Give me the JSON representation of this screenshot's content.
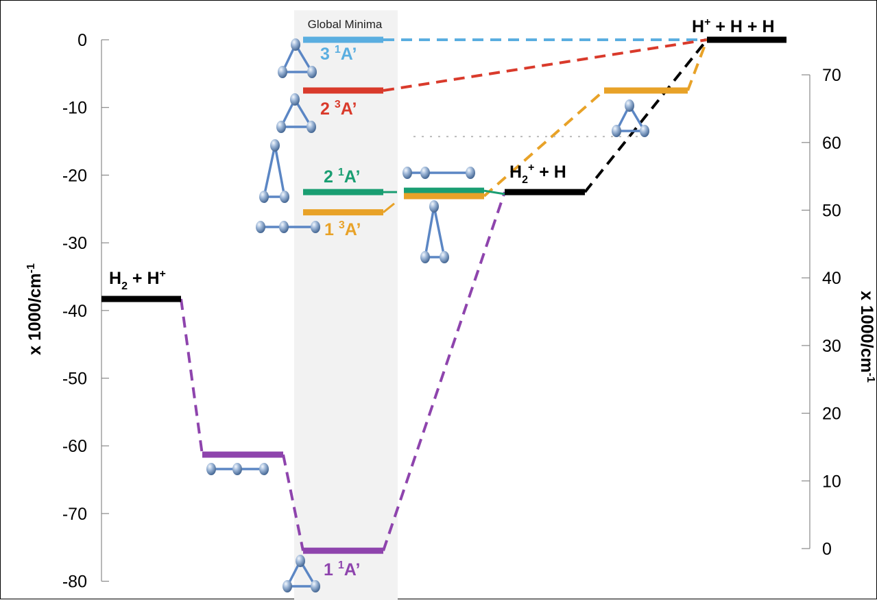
{
  "chart_data": {
    "type": "energy-level-diagram",
    "panel_title": "Global Minima",
    "left_axis": {
      "label": "x 1000/cm",
      "label_exponent": "-1",
      "range": [
        -80,
        0
      ],
      "ticks": [
        "0",
        "-10",
        "-20",
        "-30",
        "-40",
        "-50",
        "-60",
        "-70",
        "-80"
      ]
    },
    "right_axis": {
      "label": "x 1000/cm",
      "label_exponent": "-1",
      "range": [
        0,
        70
      ],
      "ticks": [
        "70",
        "60",
        "50",
        "40",
        "30",
        "20",
        "10",
        "0"
      ]
    },
    "asymptotes": [
      {
        "label_parts": [
          "H",
          "2",
          " + H",
          "+"
        ],
        "energy": -38.3
      },
      {
        "label_parts": [
          "H",
          "2",
          "+",
          " + H"
        ],
        "energy": -22.5
      },
      {
        "label_parts": [
          "H",
          "+",
          " + H + H"
        ],
        "energy": 0
      }
    ],
    "states": [
      {
        "label_parts": [
          "1 ",
          "1",
          "A’"
        ],
        "energy": -75.5,
        "color": "#8e44ad"
      },
      {
        "label_parts": [
          "1 ",
          "3",
          "A’"
        ],
        "energy": -25.5,
        "color": "#e8a228"
      },
      {
        "label_parts": [
          "2 ",
          "1",
          "A’"
        ],
        "energy": -22.5,
        "color": "#1a9e72"
      },
      {
        "label_parts": [
          "2 ",
          "3",
          "A’"
        ],
        "energy": -7.5,
        "color": "#d93a2b"
      },
      {
        "label_parts": [
          "3 ",
          "1",
          "A’"
        ],
        "energy": 0,
        "color": "#5aaee0"
      }
    ],
    "intermediates": [
      {
        "name": "linear H3+ (singlet)",
        "energy": -61.3,
        "color": "#8e44ad"
      },
      {
        "name": "upper triplet triangle",
        "energy": -7.5,
        "color": "#e8a228"
      }
    ],
    "colors": {
      "singlet_ground": "#8e44ad",
      "triplet": "#e8a228",
      "singlet_2": "#1a9e72",
      "triplet_2": "#d93a2b",
      "singlet_3": "#5aaee0",
      "asymptote": "#000000",
      "molecule": "#5b86c4",
      "panel_bg": "#f2f2f2"
    }
  }
}
